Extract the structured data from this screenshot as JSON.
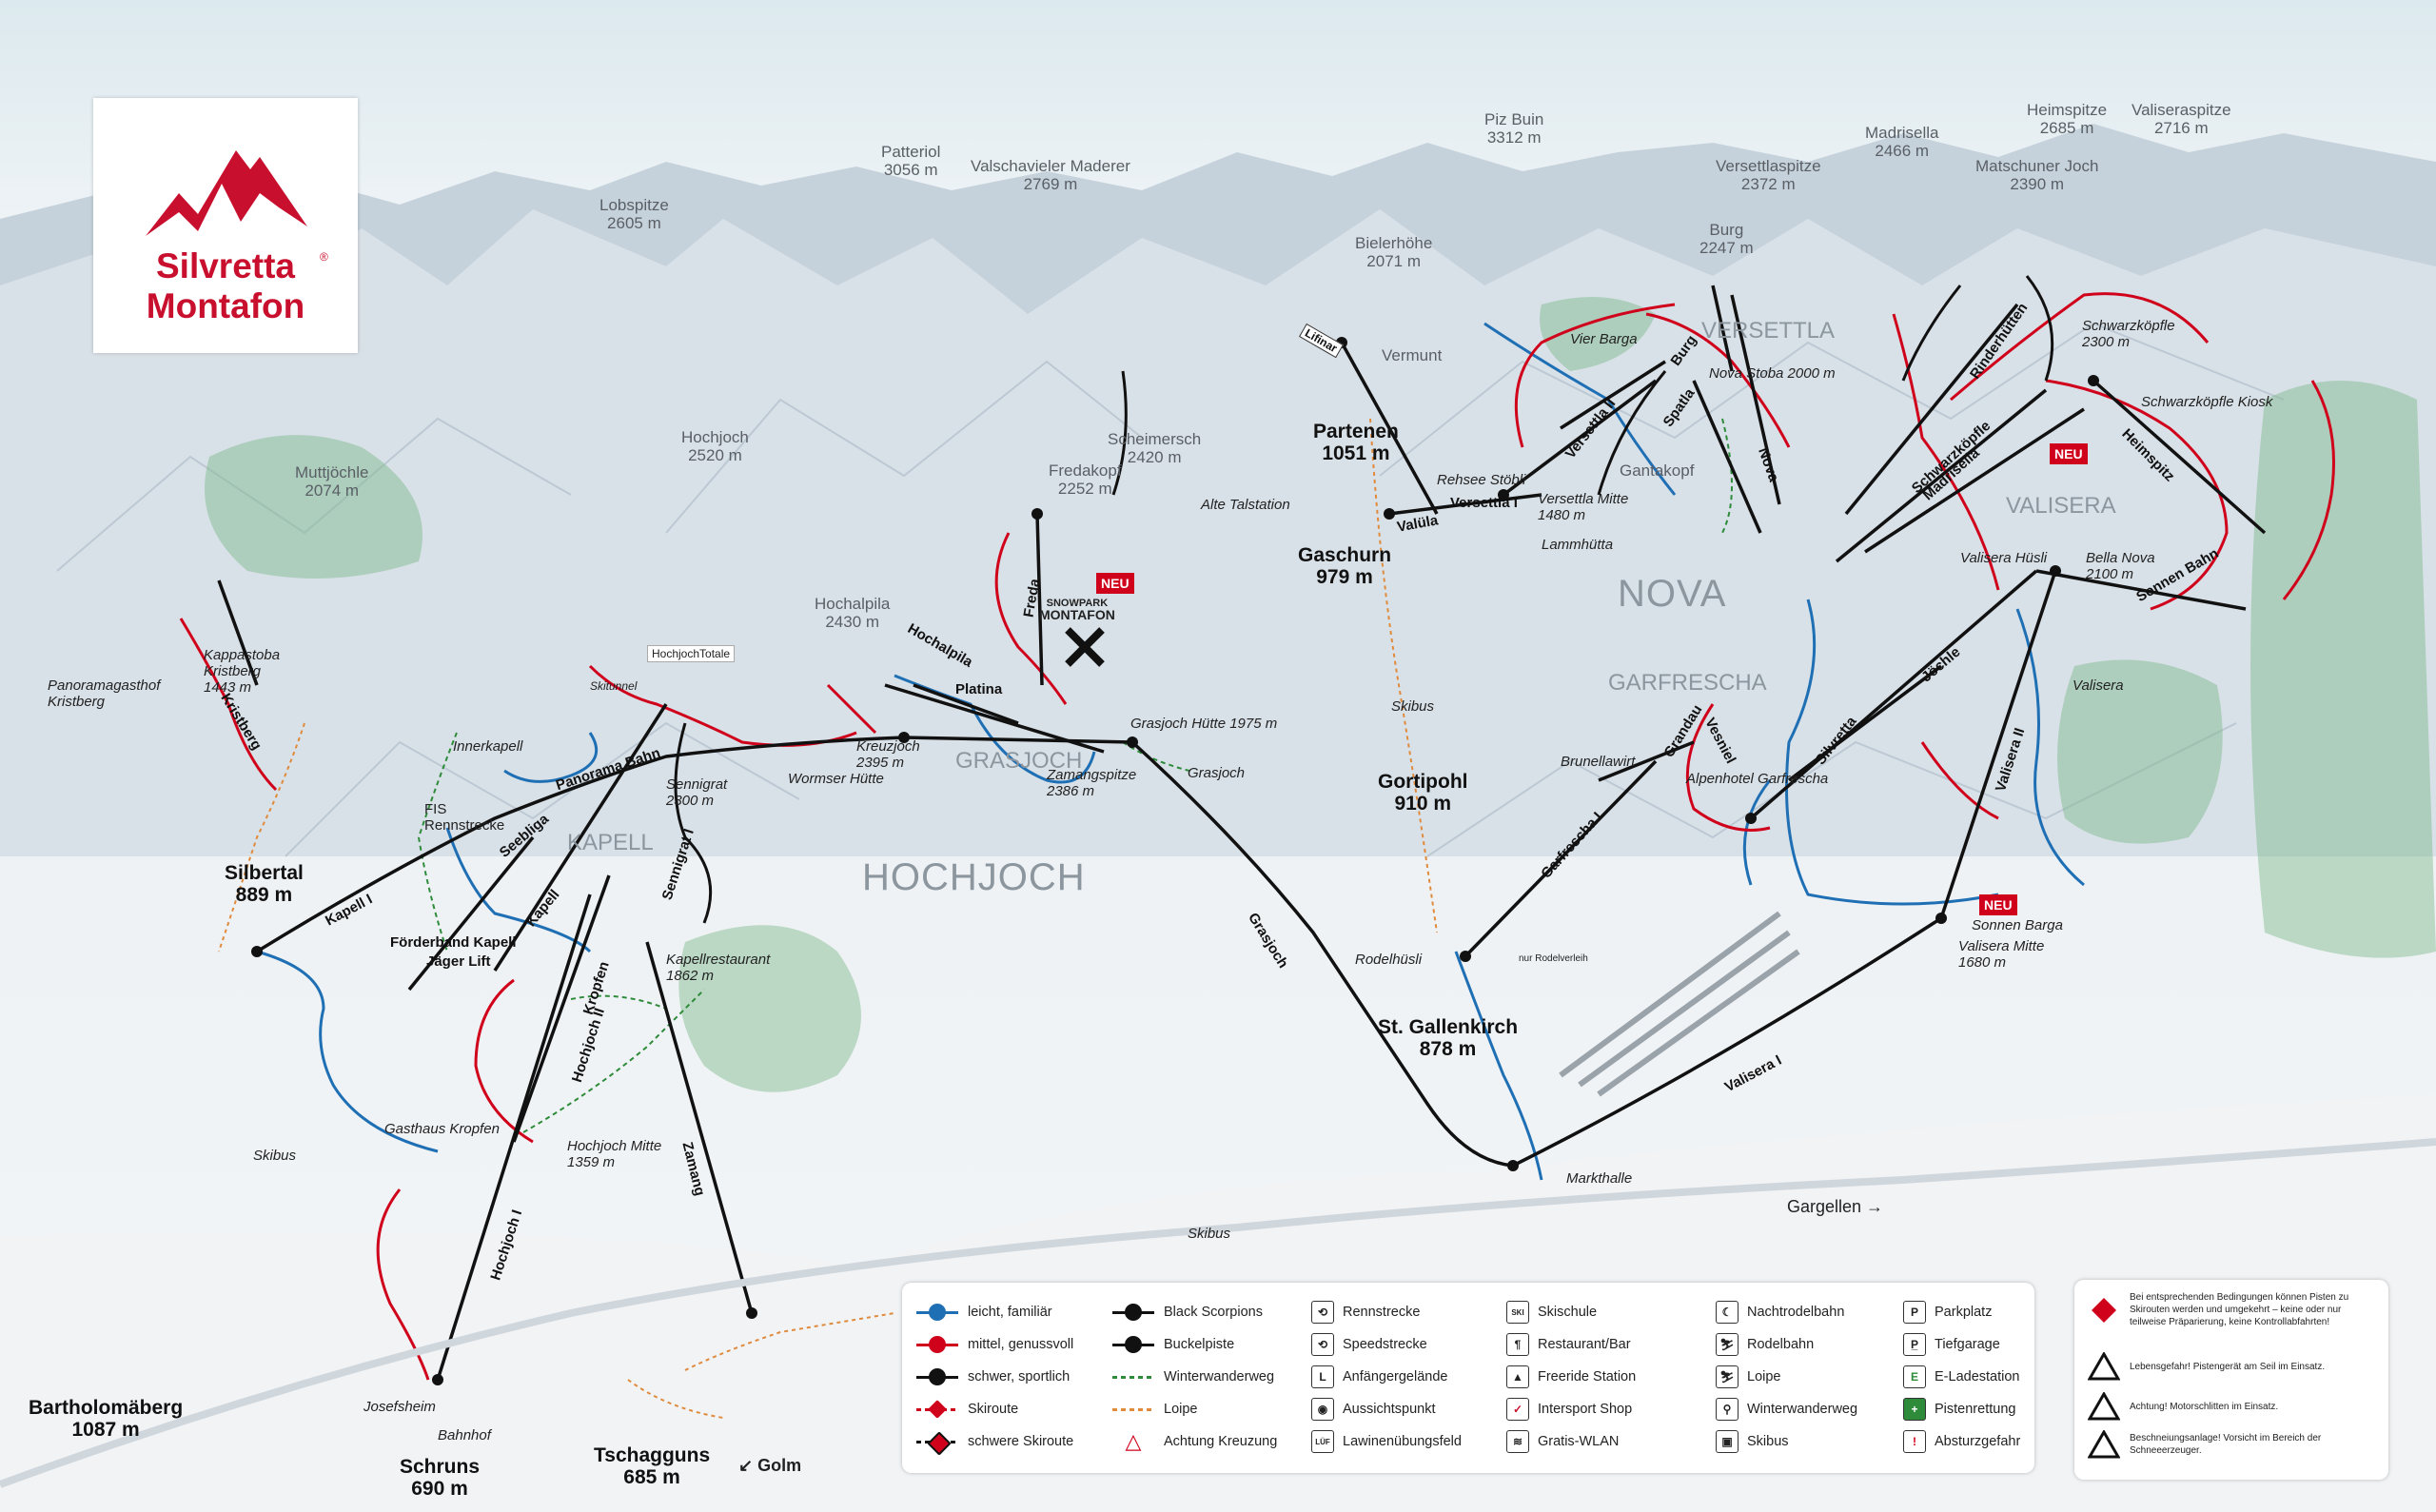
{
  "logo": {
    "line1": "Silvretta",
    "line2": "Montafon",
    "reg": "®"
  },
  "peaks": {
    "patteriol": "Patteriol\n3056 m",
    "valschavieler": "Valschavieler Maderer\n2769 m",
    "piz_buin": "Piz Buin\n3312 m",
    "madrisella": "Madrisella\n2466 m",
    "heimspitze": "Heimspitze\n2685 m",
    "valiseraspitze": "Valiseraspitze\n2716 m",
    "versettlaspitze": "Versettlaspitze\n2372 m",
    "matschuner": "Matschuner Joch\n2390 m",
    "lobspitze": "Lobspitze\n2605 m",
    "bielerhoehe": "Bielerhöhe\n2071 m",
    "burg": "Burg\n2247 m",
    "hochjoch_peak": "Hochjoch\n2520 m",
    "scheimersch": "Scheimersch\n2420 m",
    "fredakopf": "Fredakopf\n2252 m",
    "muttjoechle": "Muttjöchle\n2074 m",
    "hochalpila": "Hochalpila\n2430 m",
    "gantakopf": "Gantakopf",
    "vermunt": "Vermunt"
  },
  "towns": {
    "silbertal": "Silbertal\n889 m",
    "partenen": "Partenen\n1051 m",
    "gaschurn": "Gaschurn\n979 m",
    "gortipohl": "Gortipohl\n910 m",
    "st_gallenkirch": "St. Gallenkirch\n878 m",
    "schruns": "Schruns\n690 m",
    "tschagguns": "Tschagguns\n685 m",
    "bartholomaeberg": "Bartholomäberg\n1087 m"
  },
  "areas": {
    "hochjoch": "HOCHJOCH",
    "nova": "NOVA",
    "valisera": "VALISERA",
    "versettla": "VERSETTLA",
    "garfrescha": "GARFRESCHA",
    "kapell": "KAPELL",
    "grasjoch": "GRASJOCH"
  },
  "huts": {
    "kristberg": "Panoramagasthof\nKristberg",
    "kappastoba": "Kappastoba\nKristberg\n1443 m",
    "kapellrestaurant": "Kapellrestaurant\n1862 m",
    "kropfen": "Gasthaus Kropfen",
    "hochjoch_mitte": "Hochjoch Mitte\n1359 m",
    "wormser": "Wormser Hütte",
    "kreuzjoch": "Kreuzjoch\n2395 m",
    "zamangspitze": "Zamangspitze\n2386 m",
    "grasjoch_huette": "Grasjoch Hütte 1975 m",
    "grasjoch": "Grasjoch",
    "alte_talstation": "Alte Talstation",
    "rehsee": "Rehsee Stöbli",
    "versettla_mitte": "Versettla Mitte\n1480 m",
    "lammhuetta": "Lammhütta",
    "nova_stoba": "Nova Stoba 2000 m",
    "vier_barga": "Vier Barga",
    "brunellawirt": "Brunellawirt",
    "alpenhotel": "Alpenhotel Garfrescha",
    "valisera_huesli": "Valisera Hüsli",
    "bella_nova": "Bella Nova\n2100 m",
    "schwarzkoepfle": "Schwarzköpfle\n2300 m",
    "schwarzkoepfle_kiosk": "Schwarzköpfle Kiosk",
    "sonnen_barga": "Sonnen Barga",
    "valisera_mitte": "Valisera Mitte\n1680 m",
    "valisera_small": "Valisera",
    "rodelhuesli": "Rodelhüsli",
    "markthalle": "Markthalle",
    "josefsheim": "Josefsheim",
    "bahnhof": "Bahnhof",
    "skibus1": "Skibus",
    "skibus2": "Skibus",
    "skibus3": "Skibus",
    "gargellen": "Gargellen →",
    "golm": "↙ Golm",
    "hochjochtotale": "HochjochTotale",
    "innerkapell": "Innerkapell",
    "fis": "FIS\nRennstrecke",
    "skitunnel": "Skitunnel",
    "sennigrat_lbl": "Sennigrat\n2300 m",
    "rodelverleih": "nur Rodelverleih"
  },
  "lifts": {
    "kapell": "Kapell I",
    "panorama": "Panorama Bahn",
    "seebliga": "Seebliga",
    "kapell2": "Kapell",
    "foerderband": "Förderband Kapell",
    "jaeger": "Jäger Lift",
    "sennigrat": "Sennigrat I",
    "kropfen": "Kropfen",
    "hochjoch2": "Hochjoch II",
    "hochjoch1": "Hochjoch I",
    "zamang": "Zamang",
    "grasjoch": "Grasjoch",
    "platina": "Platina",
    "hochalpila": "Hochalpila",
    "freda": "Freda",
    "kristberg": "Kristberg",
    "valuela": "Valüla",
    "versettla1": "Versettla I",
    "versettla2": "Versettla II",
    "burg": "Burg",
    "spatla": "Spatla",
    "nova": "Nova",
    "grandau": "Grandau",
    "vesniel": "Vesniel",
    "garfrescha": "Garfrescha I",
    "silvretta": "Silvretta",
    "joechle": "Jöchle",
    "valisera1": "Valisera I",
    "valisera2": "Valisera II",
    "schwarzkoepfle": "Schwarzköpfle",
    "madrisella": "Madrisella",
    "rinderhuetten": "Rinderhütten",
    "heimspitz": "Heimspitz",
    "sonnen": "Sonnen Bahn",
    "lifinar": "Lifinar"
  },
  "snowpark": {
    "line1": "SNOWPARK",
    "line2": "MONTAFON",
    "neu": "NEU"
  },
  "neu_badges": [
    "NEU",
    "NEU"
  ],
  "legend": {
    "col1": [
      "leicht, familiär",
      "mittel, genussvoll",
      "schwer, sportlich",
      "Skiroute",
      "schwere Skiroute"
    ],
    "col2": [
      "Black Scorpions",
      "Buckelpiste",
      "Winterwanderweg",
      "Loipe",
      "Achtung Kreuzung"
    ],
    "col3": [
      "Rennstrecke",
      "Speedstrecke",
      "Anfängergelände",
      "Aussichtspunkt",
      "Lawinenübungsfeld"
    ],
    "col4": [
      "Skischule",
      "Restaurant/Bar",
      "Freeride Station",
      "Intersport Shop",
      "Gratis-WLAN"
    ],
    "col5": [
      "Nachtrodelbahn",
      "Rodelbahn",
      "Loipe",
      "Winterwanderweg",
      "Skibus"
    ],
    "col6": [
      "Parkplatz",
      "Tiefgarage",
      "E-Ladestation",
      "Pistenrettung",
      "Absturzgefahr"
    ],
    "col3_icons": [
      "⟲",
      "⟲",
      "L",
      "◉",
      "LÜF"
    ],
    "col4_icons": [
      "SKI",
      "¶",
      "▲",
      "✓",
      "≋"
    ],
    "col5_icons": [
      "☾",
      "⛷",
      "⛷",
      "⚲",
      "▣"
    ],
    "col6_icons": [
      "P",
      "P̲",
      "E",
      "+",
      "!"
    ],
    "colors": {
      "blue": "#1f6fb4",
      "red": "#d0021b",
      "black": "#111111",
      "green": "#2e8b3a",
      "orange": "#e08a3c"
    }
  },
  "warnings": [
    "Bei entsprechenden Bedingungen können Pisten zu Skirouten werden und umgekehrt – keine oder nur teilweise Präparierung, keine Kontrollabfahrten!",
    "Lebensgefahr! Pistengerät am Seil im Einsatz.",
    "Achtung! Motorschlitten im Einsatz.",
    "Beschneiungsanlage! Vorsicht im Bereich der Schneeerzeuger."
  ]
}
